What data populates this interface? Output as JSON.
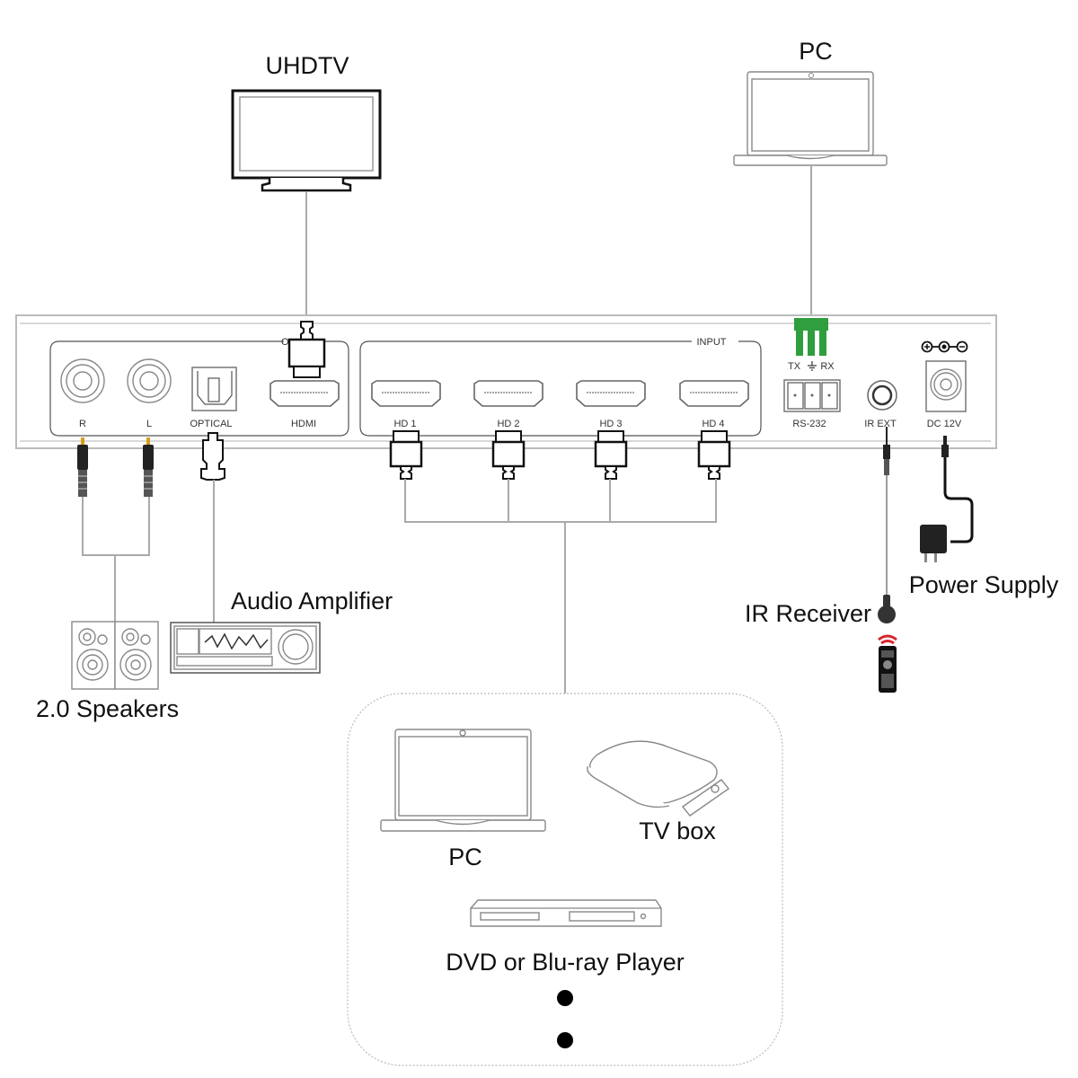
{
  "title": "4x1 HDMI switcher connection diagram",
  "devices": {
    "uhdtv": "UHDTV",
    "pc_top": "PC",
    "audio_amplifier": "Audio Amplifier",
    "speakers": "2.0 Speakers",
    "ir_receiver": "IR Receiver",
    "power_supply": "Power Supply",
    "pc_source": "PC",
    "tv_box": "TV box",
    "dvd_player": "DVD or Blu-ray Player"
  },
  "panel": {
    "output_group_label": "O",
    "input_group_label": "INPUT",
    "ports": {
      "audio_r": "R",
      "audio_l": "L",
      "optical": "OPTICAL",
      "hdmi_out": "HDMI",
      "hd1": "HD 1",
      "hd2": "HD 2",
      "hd3": "HD 3",
      "hd4": "HD 4",
      "rs232": "RS-232",
      "rs232_tx": "TX",
      "rs232_rx": "RX",
      "ir_ext": "IR EXT",
      "dc": "DC 12V"
    }
  },
  "colors": {
    "rs232_plug": "#2e9e3e",
    "ir_signal": "#d9262c",
    "cable": "#aaaaaa"
  },
  "more_sources_indicator": "• •"
}
